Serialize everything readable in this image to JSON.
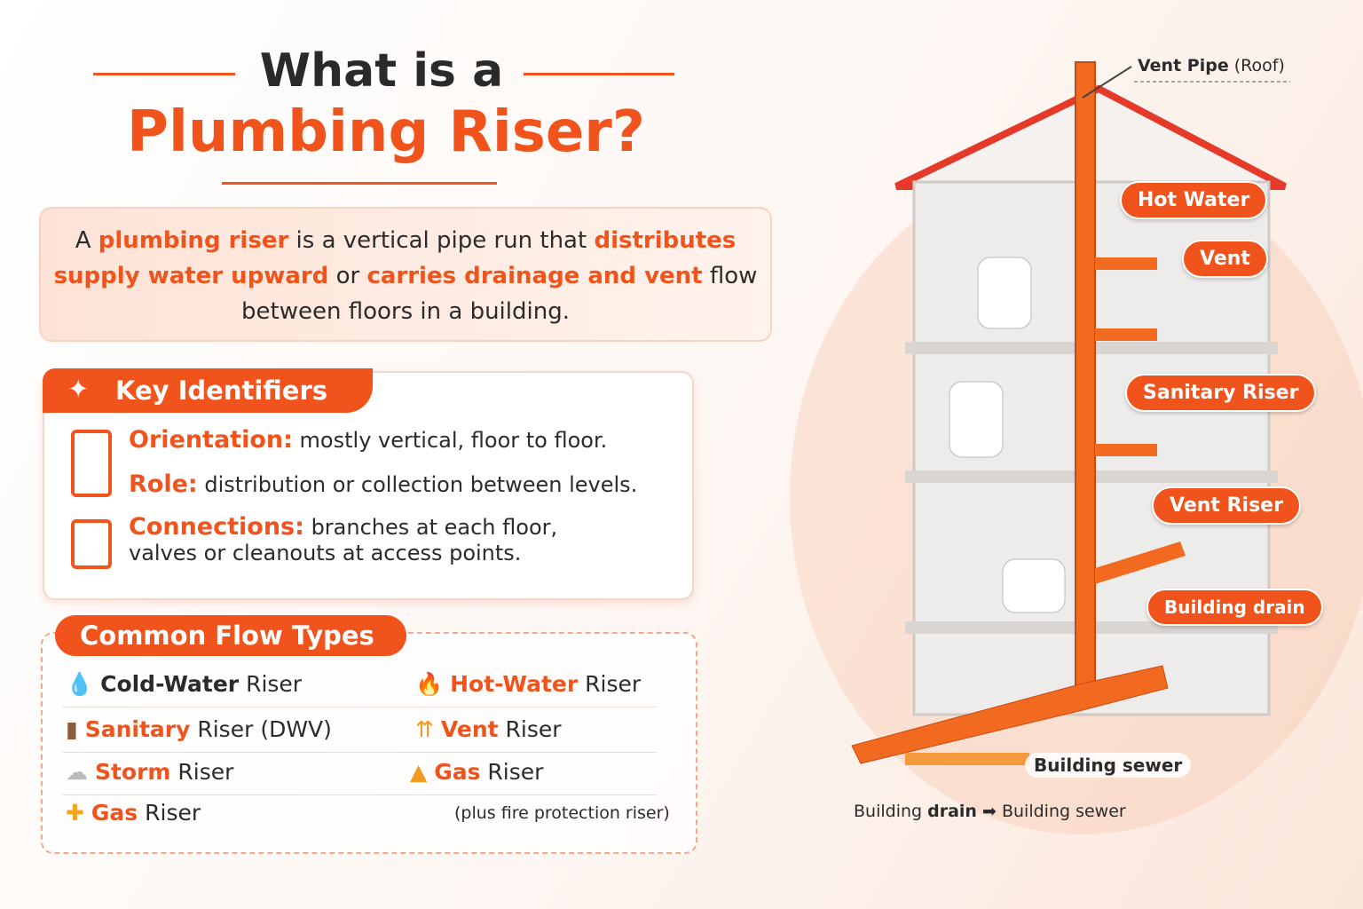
{
  "title": {
    "line1": "What is a",
    "line2": "Plumbing Riser?"
  },
  "intro": {
    "p1": "A ",
    "h1": "plumbing riser",
    "p2": " is a vertical pipe run that ",
    "h2": "distributes supply water upward",
    "p3": " or ",
    "h3": "carries drainage and vent",
    "p4": " flow between floors in a building."
  },
  "key_identifiers": {
    "heading": "Key Identifiers",
    "items": [
      {
        "label": "Orientation:",
        "text": " mostly vertical, floor to floor."
      },
      {
        "label": "Role:",
        "text": " distribution or collection between levels."
      },
      {
        "label": "Connections:",
        "text": " branches at each floor,",
        "text2": "valves or cleanouts at access points."
      }
    ]
  },
  "flow_types": {
    "heading": "Common Flow Types",
    "items": [
      {
        "key": "Cold-Water",
        "rest": " Riser",
        "icon": "water-drop-icon"
      },
      {
        "key": "Hot-Water",
        "rest": " Riser",
        "icon": "flame-icon"
      },
      {
        "key": "Sanitary",
        "rest": " Riser (DWV)",
        "icon": "pipe-icon"
      },
      {
        "key": "Vent",
        "rest": " Riser",
        "icon": "vent-arrows-icon"
      },
      {
        "key": "Storm",
        "rest": " Riser",
        "icon": "cloud-icon"
      },
      {
        "key": "Gas",
        "rest": " Riser",
        "icon": "gas-tank-icon"
      },
      {
        "key": "Gas",
        "rest": " Riser",
        "icon": "gas-valve-icon"
      }
    ],
    "note": "(plus fire protection riser)"
  },
  "diagram": {
    "labels": {
      "vent_pipe": "Vent Pipe",
      "vent_pipe_sub": " (Roof)",
      "hot_water": "Hot Water",
      "vent": "Vent",
      "sanitary_riser": "Sanitary Riser",
      "vent_riser": "Vent Riser",
      "building_drain": "Building drain",
      "building_sewer": "Building sewer"
    },
    "caption": {
      "a": "Building ",
      "b": "drain",
      "c": " Building sewer"
    }
  },
  "colors": {
    "accent": "#f0531c"
  }
}
